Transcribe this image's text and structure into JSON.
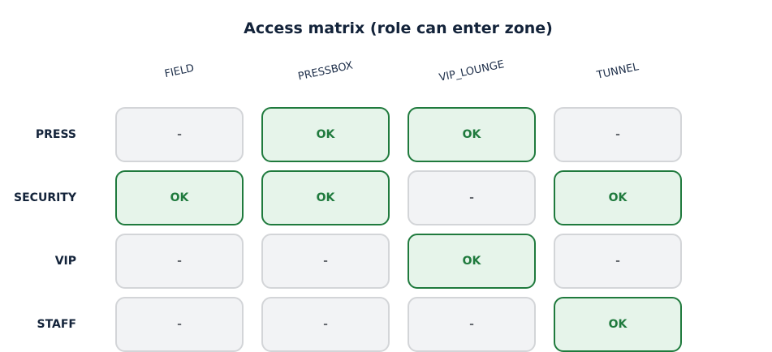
{
  "title": "Access matrix (role can enter zone)",
  "columns": [
    "FIELD",
    "PRESSBOX",
    "VIP_LOUNGE",
    "TUNNEL"
  ],
  "rows": [
    {
      "label": "PRESS",
      "cells": [
        "-",
        "OK",
        "OK",
        "-"
      ]
    },
    {
      "label": "SECURITY",
      "cells": [
        "OK",
        "OK",
        "-",
        "OK"
      ]
    },
    {
      "label": "VIP",
      "cells": [
        "-",
        "-",
        "OK",
        "-"
      ]
    },
    {
      "label": "STAFF",
      "cells": [
        "-",
        "-",
        "-",
        "OK"
      ]
    }
  ],
  "colors": {
    "allow_fill": "#e6f4ea",
    "allow_border": "#1f7a3d",
    "deny_fill": "#f2f3f5",
    "deny_border": "#d3d5d8",
    "text_dark": "#13233a"
  }
}
